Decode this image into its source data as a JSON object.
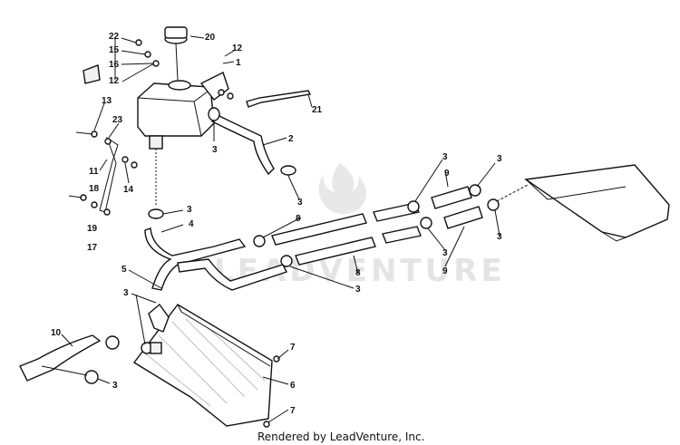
{
  "footer": "Rendered by LeadVenture, Inc.",
  "watermark": "LEADVENTURE",
  "callouts": [
    {
      "id": "c22a",
      "text": "22"
    },
    {
      "id": "c15",
      "text": "15"
    },
    {
      "id": "c16",
      "text": "16"
    },
    {
      "id": "c12a",
      "text": "12"
    },
    {
      "id": "c20",
      "text": "20"
    },
    {
      "id": "c12b",
      "text": "12"
    },
    {
      "id": "c1",
      "text": "1"
    },
    {
      "id": "c21",
      "text": "21"
    },
    {
      "id": "c13",
      "text": "13"
    },
    {
      "id": "c23",
      "text": "23"
    },
    {
      "id": "c2",
      "text": "2"
    },
    {
      "id": "c3a",
      "text": "3"
    },
    {
      "id": "c11",
      "text": "11"
    },
    {
      "id": "c14",
      "text": "14"
    },
    {
      "id": "c18",
      "text": "18"
    },
    {
      "id": "c19",
      "text": "19"
    },
    {
      "id": "c17",
      "text": "17"
    },
    {
      "id": "c3b",
      "text": "3"
    },
    {
      "id": "c4",
      "text": "4"
    },
    {
      "id": "c3c",
      "text": "3"
    },
    {
      "id": "c8a",
      "text": "8"
    },
    {
      "id": "c3d",
      "text": "3"
    },
    {
      "id": "c9a",
      "text": "9"
    },
    {
      "id": "c3e",
      "text": "3"
    },
    {
      "id": "c3f",
      "text": "3"
    },
    {
      "id": "c3g",
      "text": "3"
    },
    {
      "id": "c9b",
      "text": "9"
    },
    {
      "id": "c8b",
      "text": "8"
    },
    {
      "id": "c3h",
      "text": "3"
    },
    {
      "id": "c5",
      "text": "5"
    },
    {
      "id": "c3i",
      "text": "3"
    },
    {
      "id": "c10",
      "text": "10"
    },
    {
      "id": "c7a",
      "text": "7"
    },
    {
      "id": "c6",
      "text": "6"
    },
    {
      "id": "c3j",
      "text": "3"
    },
    {
      "id": "c7b",
      "text": "7"
    }
  ]
}
